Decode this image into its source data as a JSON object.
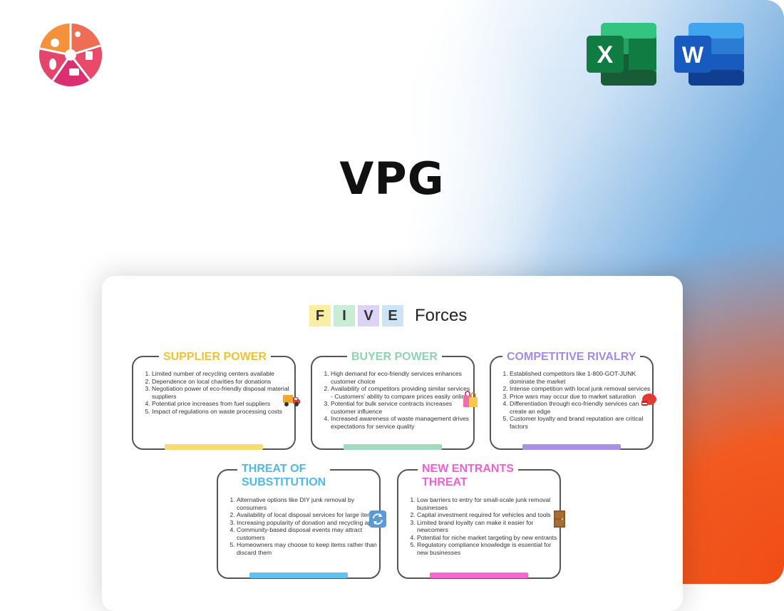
{
  "header": {
    "title": "VPG"
  },
  "apps": {
    "excel_letter": "X",
    "word_letter": "W",
    "excel_color": "#1f7145",
    "word_color": "#1b5ec0"
  },
  "logo": {
    "colors": [
      "#f5a32e",
      "#ef5a5a",
      "#e03a7a",
      "#d02c6e",
      "#f17c3a"
    ]
  },
  "card": {
    "heading_letters": [
      "F",
      "I",
      "V",
      "E"
    ],
    "heading_word": "Forces",
    "tile_colors": [
      "#fbeea0",
      "#c9ecd7",
      "#dcd3f7",
      "#cce4f6"
    ],
    "forces": [
      {
        "id": "supplier",
        "title": "SUPPLIER POWER",
        "color": "#f0c232",
        "icon": "delivery-truck-icon",
        "items": [
          "Limited number of recycling centers available",
          "Dependence on local charities for donations",
          "Negotiation power of eco-friendly disposal material suppliers",
          "Potential price increases from fuel suppliers",
          "Impact of regulations on waste processing costs"
        ]
      },
      {
        "id": "buyer",
        "title": "BUYER POWER",
        "color": "#8fd3b0",
        "icon": "shopping-bags-icon",
        "items": [
          "High demand for eco-friendly services enhances customer choice",
          "Availability of competitors providing similar services - Customers' ability to compare prices easily online",
          "Potential for bulk service contracts increases customer influence",
          "Increased awareness of waste management drives expectations for service quality"
        ]
      },
      {
        "id": "rivalry",
        "title": "COMPETITIVE RIVALRY",
        "color": "#a48ae6",
        "icon": "boxing-glove-icon",
        "items": [
          "Established competitors like 1-800-GOT-JUNK dominate the market",
          "Intense competition with local junk removal services",
          "Price wars may occur due to market saturation",
          "Differentiation through eco-friendly services can create an edge",
          "Customer loyalty and brand reputation are critical factors"
        ]
      },
      {
        "id": "substitution",
        "title": "THREAT OF SUBSTITUTION",
        "title_lines": [
          "THREAT OF",
          "SUBSTITUTION"
        ],
        "color": "#4fb9ea",
        "icon": "refresh-arrows-icon",
        "items": [
          "Alternative options like DIY junk removal by consumers",
          "Availability of local disposal services for large items",
          "Increasing popularity of donation and recycling apps",
          "Community-based disposal events may attract customers",
          "Homeowners may choose to keep items rather than discard them"
        ]
      },
      {
        "id": "entrants",
        "title": "NEW ENTRANTS THREAT",
        "title_lines": [
          "NEW ENTRANTS",
          "THREAT"
        ],
        "color": "#f25fd2",
        "icon": "door-icon",
        "items": [
          "Low barriers to entry for small-scale junk removal businesses",
          "Capital investment required for vehicles and tools",
          "Limited brand loyalty can make it easier for newcomers",
          "Potential for niche market targeting by new entrants",
          "Regulatory compliance knowledge is essential for new businesses"
        ]
      }
    ]
  }
}
